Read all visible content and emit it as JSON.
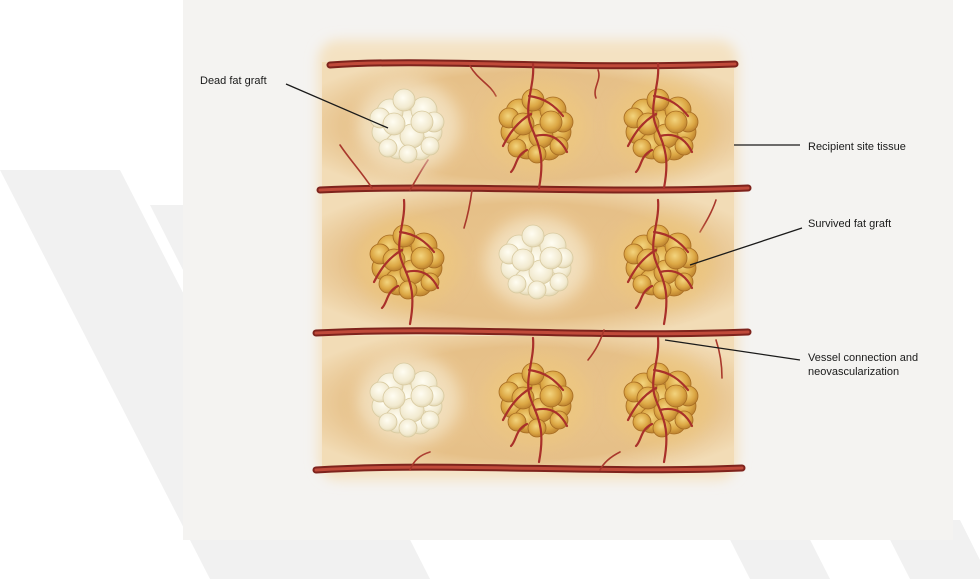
{
  "labels": {
    "dead_fat_graft": "Dead fat graft",
    "recipient_site_tissue": "Recipient site tissue",
    "survived_fat_graft": "Survived fat graft",
    "vessel_connection_line1": "Vessel connection and",
    "vessel_connection_line2": "neovascularization"
  },
  "grid": {
    "rows": [
      [
        "dead",
        "survived",
        "survived"
      ],
      [
        "survived",
        "dead",
        "survived"
      ],
      [
        "dead",
        "survived",
        "survived"
      ]
    ]
  },
  "colors": {
    "tissue": "#e8c58e",
    "tissue_edge": "#f6e7cc",
    "vessel": "#b0352a",
    "vessel_dark": "#7e231c",
    "survived_graft": "#d9a03c",
    "survived_graft_light": "#f0cd72",
    "dead_graft": "#f3ecd1",
    "dead_graft_light": "#fbf8ea",
    "watermark": "#f0f0f0"
  }
}
